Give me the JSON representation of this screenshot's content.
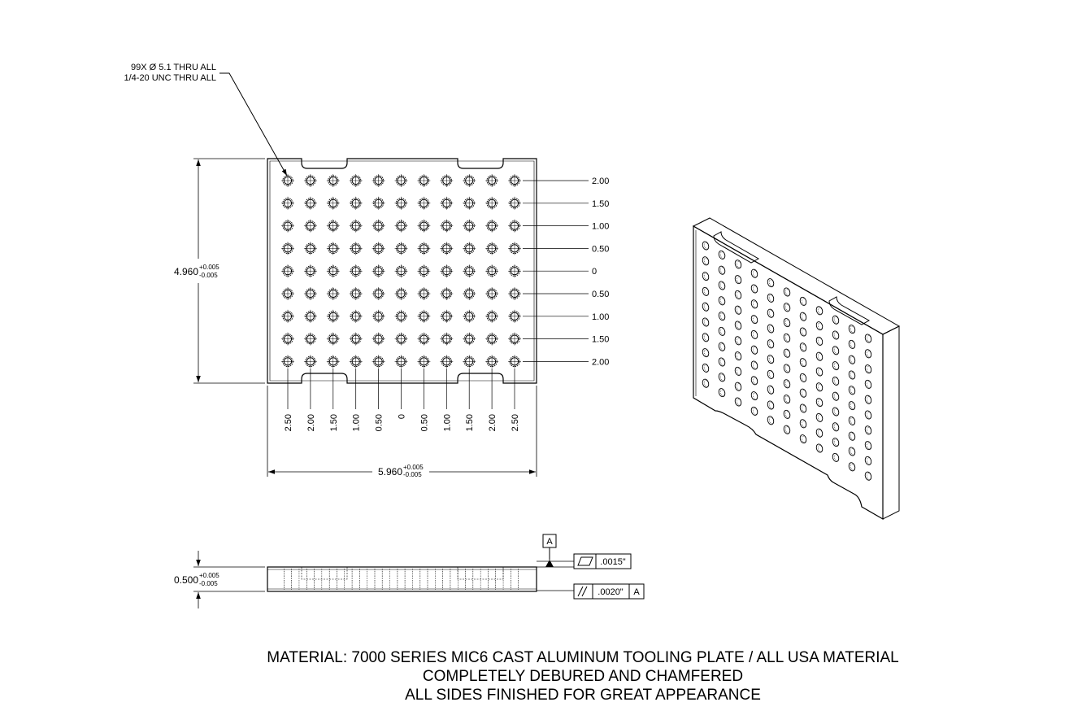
{
  "callout": {
    "line1": "99X  Ø  5.1 THRU ALL",
    "line2": "1/4-20 UNC  THRU ALL"
  },
  "plate": {
    "rows": 9,
    "cols": 11,
    "row_labels": [
      "2.00",
      "1.50",
      "1.00",
      "0.50",
      "0",
      "0.50",
      "1.00",
      "1.50",
      "2.00"
    ],
    "col_labels": [
      "2.50",
      "2.00",
      "1.50",
      "1.00",
      "0.50",
      "0",
      "0.50",
      "1.00",
      "1.50",
      "2.00",
      "2.50"
    ]
  },
  "dimensions": {
    "height": {
      "nominal": "4.960",
      "plus": "+0.005",
      "minus": "-0.005"
    },
    "width": {
      "nominal": "5.960",
      "plus": "+0.005",
      "minus": "-0.005"
    },
    "thickness": {
      "nominal": "0.500",
      "plus": "+0.005",
      "minus": "-0.005"
    }
  },
  "gdt": {
    "datum": "A",
    "flatness": {
      "symbol": "flatness-icon",
      "value": ".0015\""
    },
    "parallelism": {
      "symbol": "parallelism-icon",
      "value": ".0020\"",
      "datum_ref": "A"
    }
  },
  "notes": {
    "line1": "MATERIAL: 7000 SERIES MIC6 CAST ALUMINUM TOOLING PLATE / ALL USA MATERIAL",
    "line2": "COMPLETELY DEBURED AND CHAMFERED",
    "line3": "ALL SIDES FINISHED FOR GREAT APPEARANCE"
  }
}
